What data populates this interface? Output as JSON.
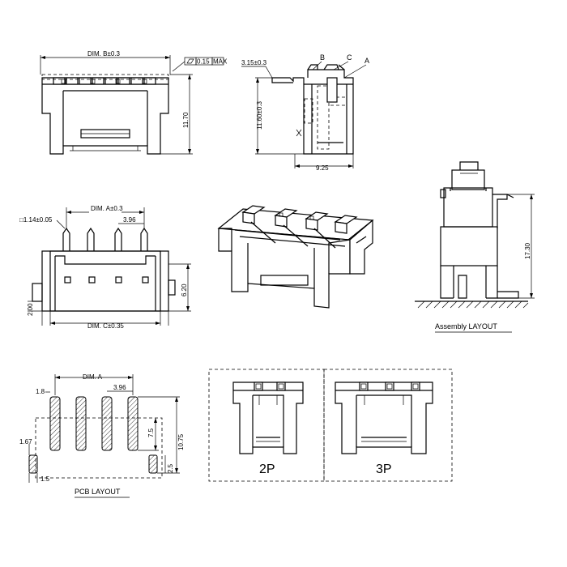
{
  "labels": {
    "dim_b": "DIM. B±0.3",
    "flatness": "0.15",
    "flatness_max": "MAX",
    "h_11_70": "11.70",
    "w_3_15": "3.15±0.3",
    "mark_b": "B",
    "mark_c": "C",
    "mark_a": "A",
    "h_11_60": "11.60±0.3",
    "w_9_25": "9.25",
    "pin_sq": "□1.14±0.05",
    "dim_a_front": "DIM. A±0.3",
    "pitch_front": "3.96",
    "h_6_20": "6.20",
    "h_2_00": "2.00",
    "dim_c": "DIM. C±0.35",
    "h_17_30": "17.30",
    "assembly": "Assembly LAYOUT",
    "pcb_1_8": "1.8",
    "dim_a_pcb": "DIM. A",
    "pitch_pcb": "3.96",
    "pcb_1_67": "1.67",
    "pcb_7_5": "7.5",
    "pcb_10_75": "10.75",
    "pcb_2_5": "2.5",
    "pcb_1_5": "1.5",
    "pcb_layout": "PCB LAYOUT",
    "variant_2p": "2P",
    "variant_3p": "3P"
  }
}
